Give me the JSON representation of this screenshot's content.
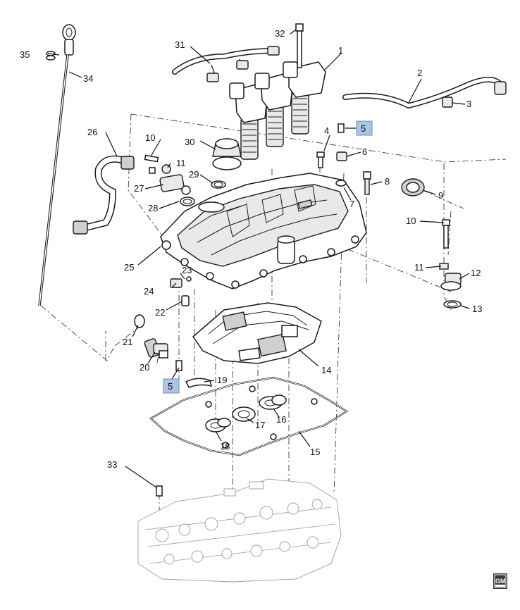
{
  "diagram": {
    "callouts": {
      "c1": "1",
      "c2": "2",
      "c3": "3",
      "c4": "4",
      "c5a": "5",
      "c5b": "5",
      "c6": "6",
      "c7": "7",
      "c8": "8",
      "c9": "9",
      "c10a": "10",
      "c10b": "10",
      "c11a": "11",
      "c11b": "11",
      "c12": "12",
      "c13": "13",
      "c14": "14",
      "c15": "15",
      "c16": "16",
      "c17": "17",
      "c18": "18",
      "c19": "19",
      "c20": "20",
      "c21": "21",
      "c22": "22",
      "c23": "23",
      "c24": "24",
      "c25": "25",
      "c26": "26",
      "c27": "27",
      "c28": "28",
      "c29": "29",
      "c30": "30",
      "c31": "31",
      "c32": "32",
      "c33": "33",
      "c34": "34",
      "c35": "35"
    },
    "highlight_color": "#aac4e4",
    "logo": "GM"
  }
}
